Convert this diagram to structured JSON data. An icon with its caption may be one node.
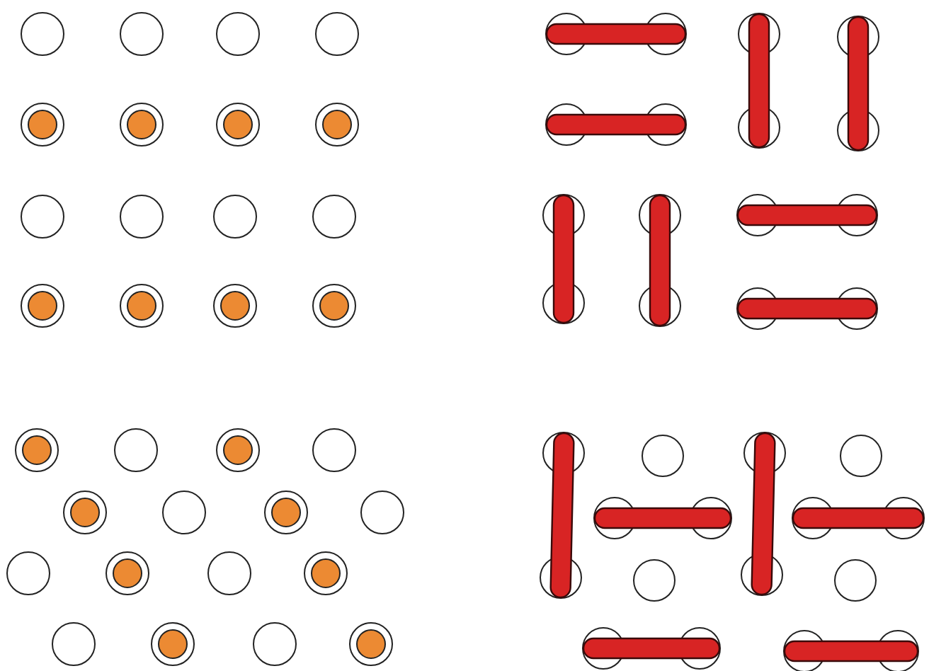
{
  "diagram": {
    "nodes": [
      {
        "text": [],
        "shape": "circle"
      },
      {
        "text": [],
        "shape": "circle"
      },
      {
        "text": [],
        "shape": "circle"
      },
      {
        "text": [],
        "shape": "circle"
      },
      {
        "text": [],
        "shape": "circle"
      },
      {
        "text": [],
        "shape": "circle"
      },
      {
        "text": [],
        "shape": "circle"
      },
      {
        "text": [],
        "shape": "circle"
      },
      {
        "text": [],
        "shape": "circle"
      },
      {
        "text": [],
        "shape": "circle"
      },
      {
        "text": [],
        "shape": "circle"
      },
      {
        "text": [],
        "shape": "circle"
      },
      {
        "text": [],
        "shape": "circle"
      },
      {
        "text": [],
        "shape": "circle"
      },
      {
        "text": [],
        "shape": "circle"
      },
      {
        "text": [],
        "shape": "circle"
      },
      {
        "text": [],
        "shape": "circle"
      },
      {
        "text": [],
        "shape": "circle"
      },
      {
        "text": [],
        "shape": "circle"
      },
      {
        "text": [],
        "shape": "circle"
      },
      {
        "text": [],
        "shape": "circle"
      },
      {
        "text": [],
        "shape": "circle"
      },
      {
        "text": [],
        "shape": "circle"
      },
      {
        "text": [],
        "shape": "circle"
      },
      {
        "text": [],
        "shape": "circle"
      },
      {
        "text": [],
        "shape": "circle"
      },
      {
        "text": [],
        "shape": "circle"
      },
      {
        "text": [],
        "shape": "circle"
      },
      {
        "text": [],
        "shape": "circle"
      },
      {
        "text": [],
        "shape": "circle"
      },
      {
        "text": [],
        "shape": "circle"
      },
      {
        "text": [],
        "shape": "circle"
      }
    ],
    "edges": [
      {
        "from": 0,
        "to": 1,
        "arrow": "none"
      },
      {
        "from": 2,
        "to": 6,
        "arrow": "none"
      },
      {
        "from": 3,
        "to": 7,
        "arrow": "none"
      },
      {
        "from": 4,
        "to": 5,
        "arrow": "none"
      },
      {
        "from": 8,
        "to": 12,
        "arrow": "none"
      },
      {
        "from": 9,
        "to": 13,
        "arrow": "none"
      },
      {
        "from": 10,
        "to": 11,
        "arrow": "none"
      },
      {
        "from": 14,
        "to": 15,
        "arrow": "none"
      },
      {
        "from": 16,
        "to": 24,
        "arrow": "none"
      },
      {
        "from": 20,
        "to": 21,
        "arrow": "none"
      },
      {
        "from": 18,
        "to": 26,
        "arrow": "none"
      },
      {
        "from": 22,
        "to": 23,
        "arrow": "none"
      },
      {
        "from": 28,
        "to": 29,
        "arrow": "none"
      },
      {
        "from": 30,
        "to": 31,
        "arrow": "none"
      }
    ]
  }
}
